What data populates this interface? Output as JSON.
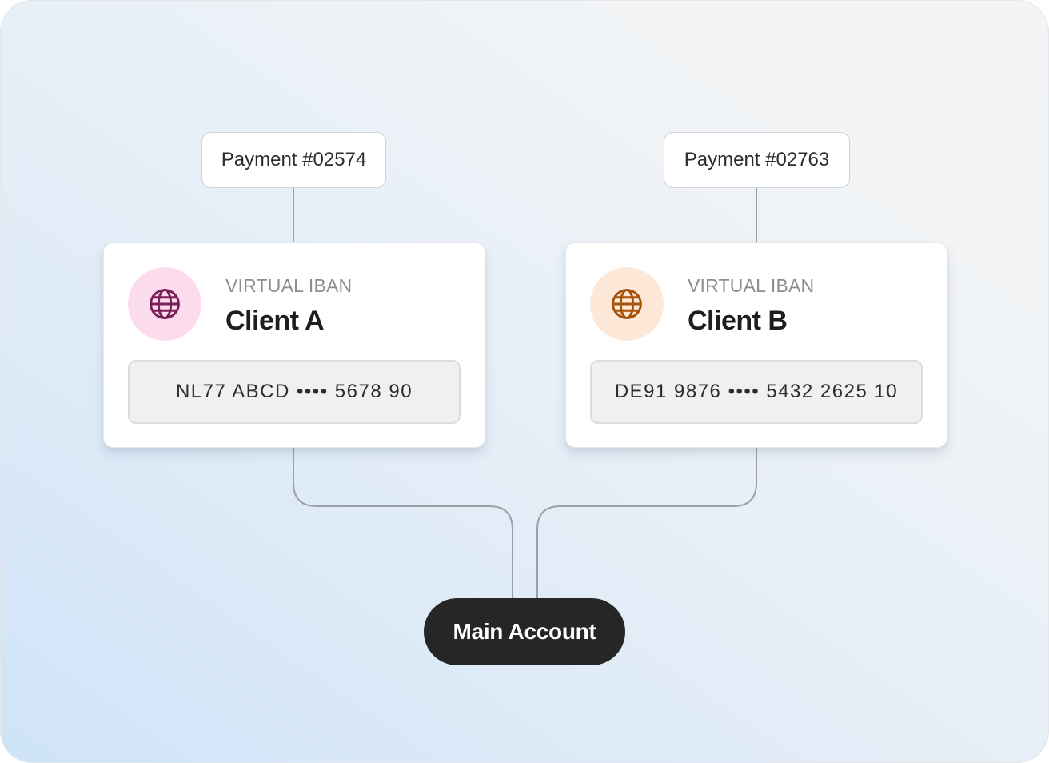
{
  "payments": [
    {
      "label": "Payment #02574"
    },
    {
      "label": "Payment #02763"
    }
  ],
  "accounts": [
    {
      "label": "VIRTUAL IBAN",
      "name": "Client A",
      "iban": "NL77 ABCD •••• 5678 90",
      "icon": "globe-icon",
      "accent_color": "#7a1f55",
      "avatar_bg": "#fcdcec"
    },
    {
      "label": "VIRTUAL IBAN",
      "name": "Client B",
      "iban": "DE91 9876 •••• 5432 2625 10",
      "icon": "globe-icon",
      "accent_color": "#a5520a",
      "avatar_bg": "#fde7d6"
    }
  ],
  "main_account": {
    "label": "Main Account"
  },
  "colors": {
    "connector": "#9aa0a6",
    "pill": "#262626"
  }
}
